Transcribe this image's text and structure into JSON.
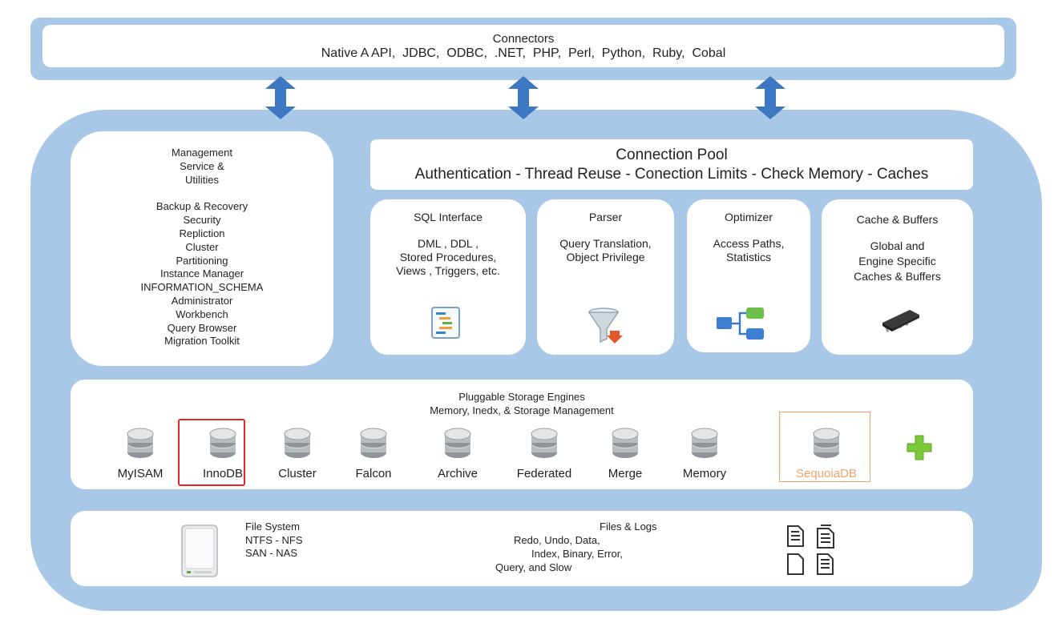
{
  "connectors": {
    "title": "Connectors",
    "list": "Native A API,  JDBC,  ODBC,  .NET,  PHP,  Perl,  Python,  Ruby,  Cobal"
  },
  "management": {
    "heading": [
      "Management",
      "Service &",
      "Utilities"
    ],
    "items": [
      "Backup & Recovery",
      "Security",
      "Repliction",
      "Cluster",
      "Partitioning",
      "Instance Manager",
      "INFORMATION_SCHEMA",
      "Administrator",
      "Workbench",
      "Query Browser",
      "Migration Toolkit"
    ]
  },
  "connection_pool": {
    "title": "Connection Pool",
    "subtitle": "Authentication - Thread Reuse - Conection Limits - Check Memory - Caches"
  },
  "sql_interface": {
    "title": "SQL Interface",
    "lines": [
      "DML , DDL ,",
      "Stored Procedures,",
      "Views , Triggers, etc."
    ],
    "icon": "list-tree-icon"
  },
  "parser": {
    "title": "Parser",
    "lines": [
      "Query Translation,",
      "Object Privilege"
    ],
    "icon": "funnel-icon"
  },
  "optimizer": {
    "title": "Optimizer",
    "lines": [
      "Access Paths,",
      "Statistics"
    ],
    "icon": "flowchart-icon"
  },
  "cache": {
    "title": "Cache & Buffers",
    "lines": [
      "Global and",
      "Engine Specific",
      "Caches & Buffers"
    ],
    "icon": "memory-chip-icon"
  },
  "storage": {
    "title": "Pluggable Storage Engines",
    "subtitle": "Memory, Inedx, & Storage Management",
    "engines": [
      "MyISAM",
      "InnoDB",
      "Cluster",
      "Falcon",
      "Archive",
      "Federated",
      "Merge",
      "Memory",
      "SequoiaDB"
    ],
    "highlight_colors": {
      "innodb_box": "#e0262b",
      "sequoiadb": "#f4a26a"
    },
    "add_icon": "plus-icon"
  },
  "files": {
    "fs_lines": [
      "File System",
      "NTFS - NFS",
      "SAN - NAS"
    ],
    "logs_title": "Files & Logs",
    "logs_lines": [
      "Redo, Undo, Data,",
      "Index, Binary, Error,",
      "Query, and Slow"
    ]
  },
  "colors": {
    "frame": "#a9c8e8",
    "arrow": "#3f78c2"
  }
}
